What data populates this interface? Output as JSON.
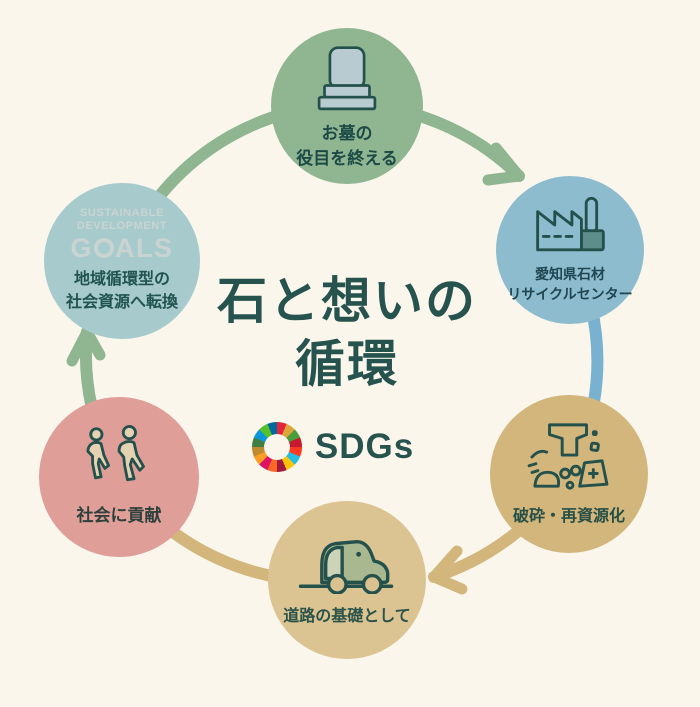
{
  "colors": {
    "background": "#faf6ec",
    "title_text": "#27534f",
    "icon_stroke": "#24514c",
    "arc_green": "#8fb591",
    "arc_blue": "#79b2d0",
    "arc_tan": "#d2b67c",
    "ghost_text": "#c9d4d2"
  },
  "center": {
    "title_line1": "石と想いの",
    "title_line2": "循環",
    "sdgs_label": "SDGs",
    "sdgs_wheel_colors": [
      "#E5243B",
      "#DDA63A",
      "#4C9F38",
      "#C5192D",
      "#FF3A21",
      "#26BDE2",
      "#FCC30B",
      "#A21942",
      "#FD6925",
      "#DD1367",
      "#FD9D24",
      "#BF8B2E",
      "#3F7E44",
      "#0A97D9",
      "#56C02B",
      "#00689D"
    ]
  },
  "cycle": {
    "direction": "clockwise",
    "steps": [
      {
        "id": "end-of-grave",
        "color": "#8fb591",
        "text_color": "#1d4a46",
        "lines": [
          "お墓の",
          "役目を終える"
        ]
      },
      {
        "id": "recycle-center",
        "color": "#8ebccf",
        "text_color": "#1f4650",
        "lines": [
          "愛知県石材",
          "リサイクルセンター"
        ]
      },
      {
        "id": "crushing",
        "color": "#d2b67c",
        "text_color": "#274f45",
        "lines": [
          "破砕・再資源化"
        ]
      },
      {
        "id": "road-base",
        "color": "#dcc492",
        "text_color": "#2b5349",
        "lines": [
          "道路の基礎として"
        ]
      },
      {
        "id": "society",
        "color": "#df9e98",
        "text_color": "#2e403c",
        "lines": [
          "社会に貢献"
        ]
      },
      {
        "id": "regional-resource",
        "color": "#a7cacc",
        "text_color": "#215450",
        "lines": [
          "地域循環型の",
          "社会資源へ転換"
        ],
        "ghost_logo": {
          "line1": "SUSTAINABLE",
          "line2": "DEVELOPMENT",
          "goals_prefix": "G",
          "goals_suffix": "ALS"
        }
      }
    ]
  }
}
